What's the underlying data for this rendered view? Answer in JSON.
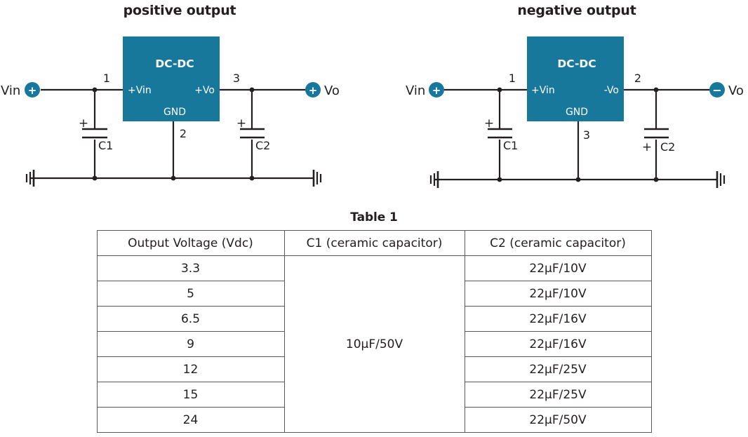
{
  "diagram": {
    "accent_color": "#17789c",
    "wire_color": "#231f20",
    "positive": {
      "title": "positive output",
      "block_label": "DC-DC",
      "pin_in_label": "+Vin",
      "pin_out_label": "+Vo",
      "pin_gnd_label": "GND",
      "pin_num_in": "1",
      "pin_num_out": "3",
      "pin_num_gnd": "2",
      "vin_label": "Vin",
      "vin_polarity": "+",
      "vo_label": "Vo",
      "vo_polarity": "+",
      "c1_label": "C1",
      "c1_polarity": "+",
      "c1_polarity_position": "top",
      "c2_label": "C2",
      "c2_polarity": "+",
      "c2_polarity_position": "top"
    },
    "negative": {
      "title": "negative output",
      "block_label": "DC-DC",
      "pin_in_label": "+Vin",
      "pin_out_label": "-Vo",
      "pin_gnd_label": "GND",
      "pin_num_in": "1",
      "pin_num_out": "2",
      "pin_num_gnd": "3",
      "vin_label": "Vin",
      "vin_polarity": "+",
      "vo_label": "Vo",
      "vo_polarity": "−",
      "c1_label": "C1",
      "c1_polarity": "+",
      "c1_polarity_position": "top",
      "c2_label": "C2",
      "c2_polarity": "+",
      "c2_polarity_position": "bottom"
    }
  },
  "table": {
    "caption": "Table 1",
    "headers": [
      "Output Voltage (Vdc)",
      "C1 (ceramic capacitor)",
      "C2 (ceramic capacitor)"
    ],
    "c1_value": "10µF/50V",
    "rows": [
      {
        "voltage": "3.3",
        "c2": "22µF/10V"
      },
      {
        "voltage": "5",
        "c2": "22µF/10V"
      },
      {
        "voltage": "6.5",
        "c2": "22µF/16V"
      },
      {
        "voltage": "9",
        "c2": "22µF/16V"
      },
      {
        "voltage": "12",
        "c2": "22µF/25V"
      },
      {
        "voltage": "15",
        "c2": "22µF/25V"
      },
      {
        "voltage": "24",
        "c2": "22µF/50V"
      }
    ]
  }
}
